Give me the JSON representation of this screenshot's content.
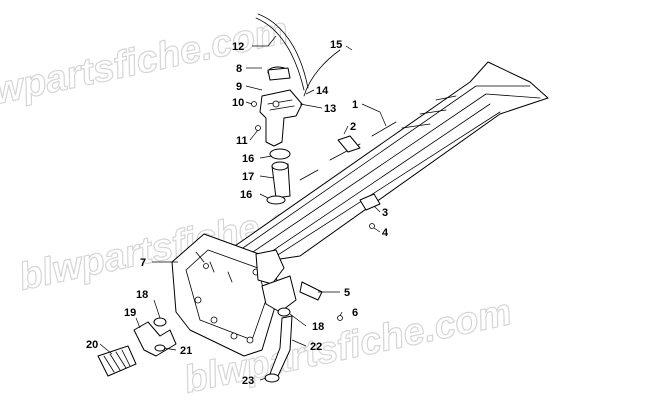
{
  "watermark": "blwpartsfiche.com",
  "callouts": [
    {
      "label": "1"
    },
    {
      "label": "2"
    },
    {
      "label": "3"
    },
    {
      "label": "4"
    },
    {
      "label": "5"
    },
    {
      "label": "6"
    },
    {
      "label": "7"
    },
    {
      "label": "8"
    },
    {
      "label": "9"
    },
    {
      "label": "10"
    },
    {
      "label": "11"
    },
    {
      "label": "12"
    },
    {
      "label": "13"
    },
    {
      "label": "14"
    },
    {
      "label": "15"
    },
    {
      "label": "16"
    },
    {
      "label": "16"
    },
    {
      "label": "17"
    },
    {
      "label": "18"
    },
    {
      "label": "18"
    },
    {
      "label": "19"
    },
    {
      "label": "20"
    },
    {
      "label": "21"
    },
    {
      "label": "22"
    },
    {
      "label": "23"
    }
  ]
}
